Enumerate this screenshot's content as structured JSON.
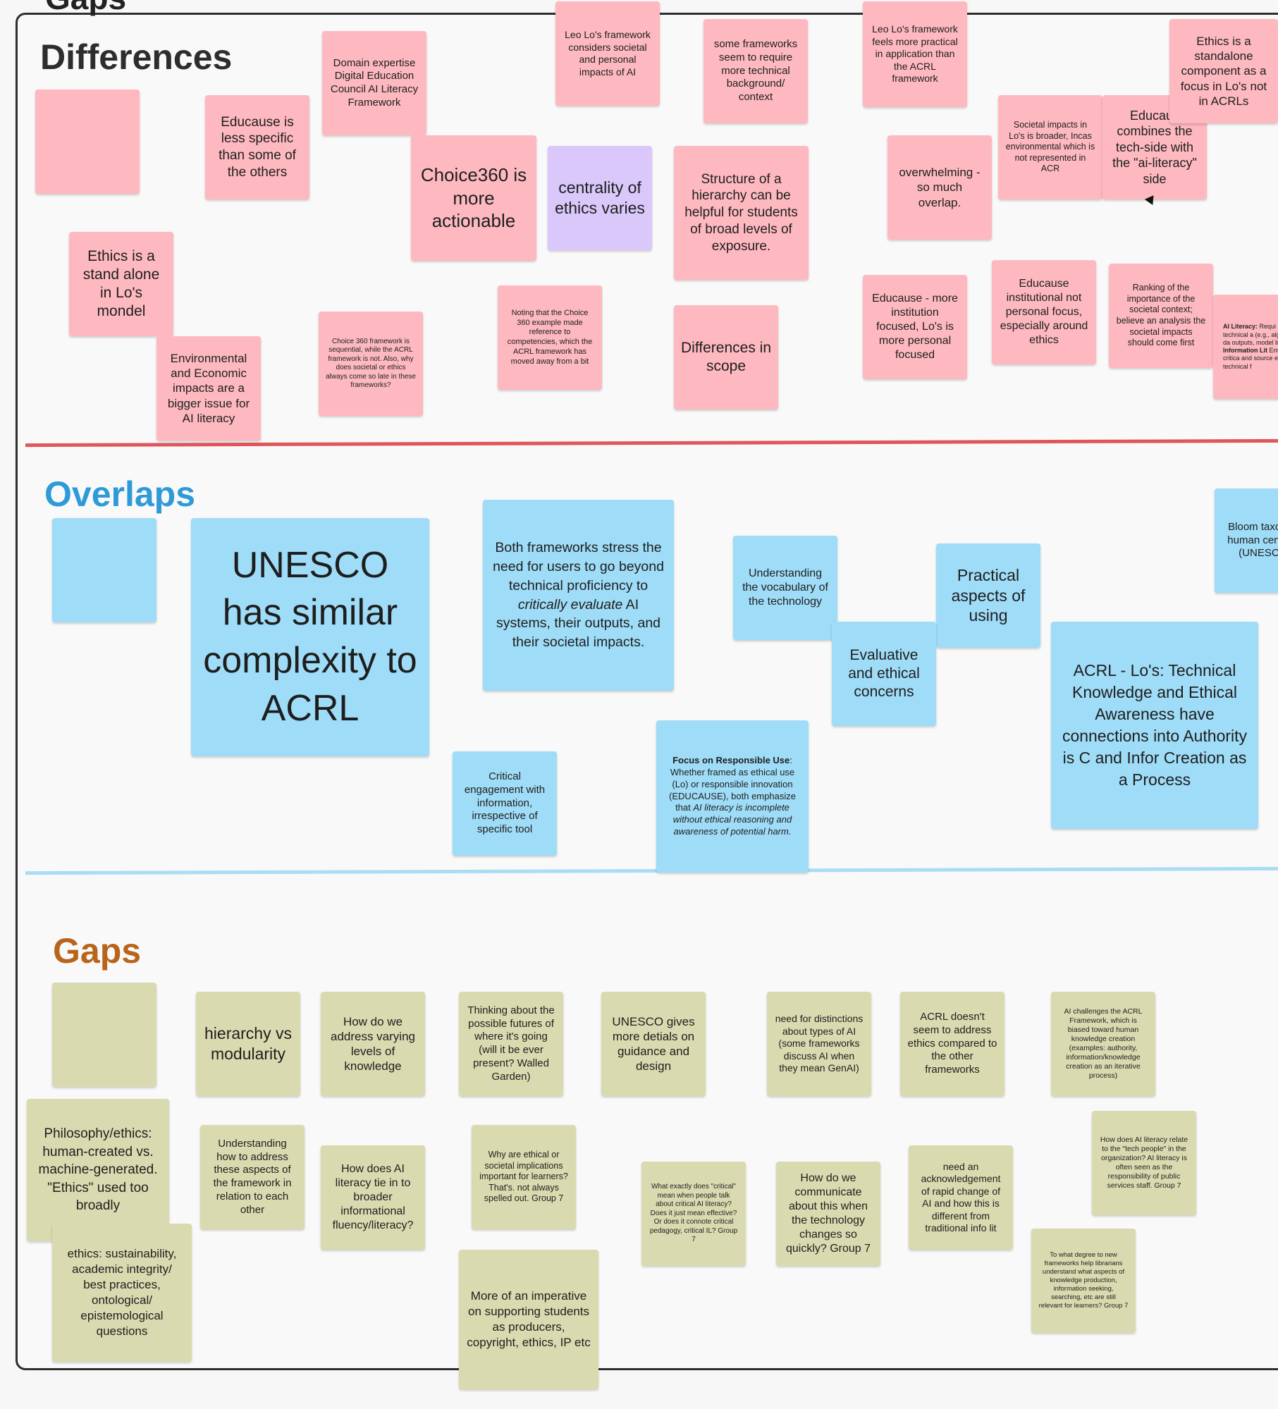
{
  "board": {
    "top_title": "Gaps"
  },
  "sections": {
    "differences": {
      "title": "Differences",
      "color": "#2d2d2d"
    },
    "overlaps": {
      "title": "Overlaps",
      "color": "#2e9ad8"
    },
    "gaps": {
      "title": "Gaps",
      "color": "#b8651b"
    }
  },
  "colors": {
    "pink_note": "#fdb9bf",
    "purple_note": "#d9c8f9",
    "blue_note": "#9fdcf7",
    "olive_note": "#dadab0",
    "divider_red": "#e0575b",
    "divider_blue": "#a9dcf5"
  },
  "differences_notes": [
    {
      "text": ""
    },
    {
      "text": "Educause is less specific than some of the others"
    },
    {
      "text": "Domain expertise Digital Education Council AI Literacy Framework"
    },
    {
      "text": "Leo Lo's framework considers societal and personal impacts of AI"
    },
    {
      "text": "Choice360 is more actionable"
    },
    {
      "text": "centrality of ethics varies"
    },
    {
      "text": "some frameworks seem to require more technical background/ context"
    },
    {
      "text": "Structure of a hierarchy can be helpful for students of broad levels of exposure."
    },
    {
      "text": "Leo Lo's framework feels more practical in application than the ACRL framework"
    },
    {
      "text": "overwhelming - so much overlap."
    },
    {
      "text": "Societal impacts in Lo's is broader, Incas environmental which is not represented in ACR"
    },
    {
      "text": "Educaus combines the tech-side with the \"ai-literacy\" side"
    },
    {
      "text": "Ethics is a standalone component as a focus in Lo's not in ACRLs"
    },
    {
      "text": "Ethics is a stand alone in Lo's mondel"
    },
    {
      "text": "Environmental and Economic impacts are a bigger issue for AI literacy"
    },
    {
      "text": "Choice 360 framework is sequential, while the ACRL framework is not. Also, why does societal or ethics always come so late in these frameworks?"
    },
    {
      "text": "Noting that the Choice 360 example made reference to competencies, which the ACRL framework has moved away from a bit"
    },
    {
      "text": "Differences in scope"
    },
    {
      "text": "Educause - more institution focused, Lo's is more personal focused"
    },
    {
      "text": "Educause institutional not personal focus, especially around ethics"
    },
    {
      "text": "Ranking of the importance of the societal context; believe an analysis the societal impacts should come first"
    },
    {
      "bold1": "AI Literacy:",
      "text1": " Requi level of technical a (e.g., algorithms, da outputs, model lim",
      "bold2": "Information Lit",
      "text2": " Emphasizes critica and source evalua than technical f"
    }
  ],
  "overlaps_notes": [
    {
      "text": ""
    },
    {
      "text": "UNESCO has similar complexity to ACRL"
    },
    {
      "pre": "Both frameworks stress the need for users to go beyond technical proficiency to ",
      "em": "critically evaluate",
      "post": " AI systems, their outputs, and their societal impacts."
    },
    {
      "text": "Understanding the vocabulary of the technology"
    },
    {
      "text": "Practical aspects of using"
    },
    {
      "text": "Evaluative and ethical concerns"
    },
    {
      "text": "Bloom taxonomy human centeredr (UNESCO a"
    },
    {
      "text": "ACRL - Lo's: Technical Knowledge and Ethical Awareness have connections into Authority is C and Infor Creation as a Process"
    },
    {
      "text": "Critical engagement with information, irrespective of specific tool"
    },
    {
      "bold": "Focus on Responsible Use",
      "pre": ": Whether framed as ethical use (Lo) or responsible innovation (EDUCAUSE), both emphasize that ",
      "em": "AI literacy is incomplete without ethical reasoning and awareness of potential harm."
    }
  ],
  "gaps_notes": [
    {
      "text": ""
    },
    {
      "text": "hierarchy vs modularity"
    },
    {
      "text": "How do we address varying levels of knowledge"
    },
    {
      "text": "Thinking about the possible futures of where it's going (will it be ever present? Walled Garden)"
    },
    {
      "text": "UNESCO gives more detials on guidance and design"
    },
    {
      "text": "need for distinctions about types of AI (some frameworks discuss AI when they mean GenAI)"
    },
    {
      "text": "ACRL doesn't seem to address ethics compared to the other frameworks"
    },
    {
      "text": "AI challenges the ACRL Framework, which is biased toward human knowledge creation (examples: authority, information/knowledge creation as an iterative process)"
    },
    {
      "text": "Philosophy/ethics: human-created vs. machine-generated. \"Ethics\" used too broadly"
    },
    {
      "text": "Understanding how to address these aspects of the framework in relation to each other"
    },
    {
      "text": "How does AI literacy tie in to broader informational fluency/literacy?"
    },
    {
      "text": "Why are ethical or societal implications important for learners? That's. not always spelled out. Group 7"
    },
    {
      "text": "What exactly does \"critical\" mean when people talk about critical AI literacy? Does it just mean effective? Or does it connote critical pedagogy, critical IL? Group 7"
    },
    {
      "text": "How do we communicate about this when the technology changes so quickly? Group 7"
    },
    {
      "text": "need an acknowledgement of rapid change of AI and how this is different from traditional info lit"
    },
    {
      "text": "How does AI literacy relate to the \"tech people\" in the organization? AI literacy is often seen as the responsibility of public services staff. Group 7"
    },
    {
      "text": "ethics: sustainability, academic integrity/ best practices, ontological/ epistemological questions"
    },
    {
      "text": "More of an imperative on supporting students as producers, copyright, ethics, IP etc"
    },
    {
      "text": "To what degree to new frameworks help librarians understand what aspects of knowledge production, information seeking, searching, etc are still relevant for learners? Group 7"
    }
  ]
}
